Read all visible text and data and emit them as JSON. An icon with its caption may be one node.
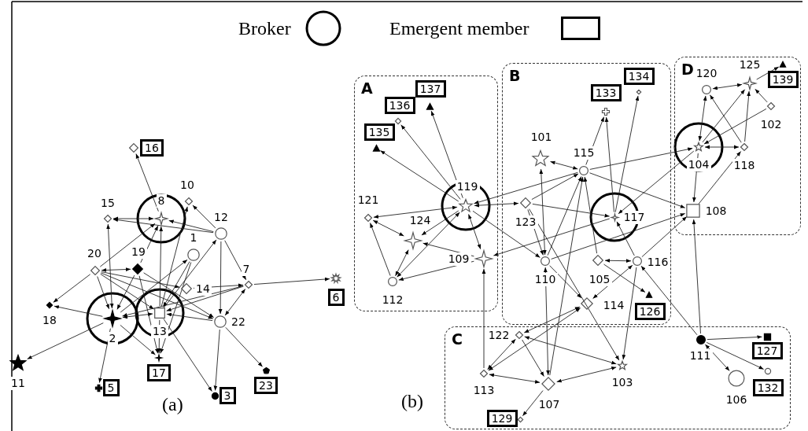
{
  "diagram": {
    "nodes": [
      {
        "text": [
          "16"
        ]
      },
      {
        "text": [
          "10"
        ]
      },
      {
        "text": [
          "8"
        ]
      },
      {
        "text": [
          "15"
        ]
      },
      {
        "text": [
          "12"
        ]
      },
      {
        "text": [
          "1"
        ]
      },
      {
        "text": [
          "20"
        ]
      },
      {
        "text": [
          "19"
        ]
      },
      {
        "text": [
          "7"
        ]
      },
      {
        "text": [
          "14"
        ]
      },
      {
        "text": [
          "6"
        ]
      },
      {
        "text": [
          "18"
        ]
      },
      {
        "text": [
          "2"
        ]
      },
      {
        "text": [
          "13"
        ]
      },
      {
        "text": [
          "22"
        ]
      },
      {
        "text": [
          "11"
        ]
      },
      {
        "text": [
          "17"
        ]
      },
      {
        "text": [
          "5"
        ]
      },
      {
        "text": [
          "3"
        ]
      },
      {
        "text": [
          "23"
        ]
      },
      {
        "text": [
          "A"
        ]
      },
      {
        "text": [
          "137"
        ],
        "in": 20
      },
      {
        "text": [
          "136"
        ],
        "in": 20
      },
      {
        "text": [
          "135"
        ],
        "in": 20
      },
      {
        "text": [
          "119"
        ],
        "in": 20
      },
      {
        "text": [
          "121"
        ],
        "in": 20
      },
      {
        "text": [
          "124"
        ],
        "in": 20
      },
      {
        "text": [
          "109"
        ],
        "in": 20
      },
      {
        "text": [
          "112"
        ],
        "in": 20
      },
      {
        "text": [
          "B"
        ]
      },
      {
        "text": [
          "134"
        ],
        "in": 29
      },
      {
        "text": [
          "133"
        ],
        "in": 29
      },
      {
        "text": [
          "101"
        ],
        "in": 29
      },
      {
        "text": [
          "115"
        ],
        "in": 29
      },
      {
        "text": [
          "123"
        ],
        "in": 29
      },
      {
        "text": [
          "117"
        ],
        "in": 29
      },
      {
        "text": [
          "110"
        ],
        "in": 29
      },
      {
        "text": [
          "105"
        ],
        "in": 29
      },
      {
        "text": [
          "116"
        ],
        "in": 29
      },
      {
        "text": [
          "114"
        ],
        "in": 29
      },
      {
        "text": [
          "126"
        ],
        "in": 29
      },
      {
        "text": [
          "D"
        ]
      },
      {
        "text": [
          "125"
        ],
        "in": 41
      },
      {
        "text": [
          "139"
        ],
        "in": 41
      },
      {
        "text": [
          "120"
        ],
        "in": 41
      },
      {
        "text": [
          "102"
        ],
        "in": 41
      },
      {
        "text": [
          "104"
        ],
        "in": 41
      },
      {
        "text": [
          "118"
        ],
        "in": 41
      },
      {
        "text": [
          "108"
        ],
        "in": 41
      },
      {
        "text": [
          "C"
        ]
      },
      {
        "text": [
          "122"
        ],
        "in": 49
      },
      {
        "text": [
          "111"
        ],
        "in": 49
      },
      {
        "text": [
          "127"
        ],
        "in": 49
      },
      {
        "text": [
          "113"
        ],
        "in": 49
      },
      {
        "text": [
          "107"
        ],
        "in": 49
      },
      {
        "text": [
          "103"
        ],
        "in": 49
      },
      {
        "text": [
          "132"
        ],
        "in": 49
      },
      {
        "text": [
          "106"
        ],
        "in": 49
      },
      {
        "text": [
          "129"
        ],
        "in": 49
      }
    ],
    "edges": [
      {
        "from": 2,
        "to": 0,
        "arrow": "to"
      },
      {
        "from": 4,
        "to": 1,
        "arrow": "to"
      },
      {
        "from": 4,
        "to": 3,
        "arrow": "to"
      },
      {
        "from": 4,
        "to": 2,
        "arrow": "to"
      },
      {
        "from": 3,
        "to": 2,
        "arrow": "both"
      },
      {
        "from": 3,
        "to": 12,
        "arrow": "both"
      },
      {
        "from": 6,
        "to": 13,
        "arrow": "to"
      },
      {
        "from": 6,
        "to": 14,
        "arrow": "to"
      },
      {
        "from": 6,
        "to": 2,
        "arrow": "to"
      },
      {
        "from": 6,
        "to": 7,
        "arrow": "both"
      },
      {
        "from": 6,
        "to": 11,
        "arrow": "to"
      },
      {
        "from": 6,
        "to": 12,
        "arrow": "to"
      },
      {
        "from": 6,
        "to": 9,
        "arrow": "to"
      },
      {
        "from": 7,
        "to": 2,
        "arrow": "to"
      },
      {
        "from": 7,
        "to": 16,
        "arrow": "to"
      },
      {
        "from": 7,
        "to": 12,
        "arrow": "to"
      },
      {
        "from": 13,
        "to": 2,
        "arrow": "to"
      },
      {
        "from": 13,
        "to": 1,
        "arrow": "to"
      },
      {
        "from": 12,
        "to": 15,
        "arrow": "to"
      },
      {
        "from": 12,
        "to": 17,
        "arrow": "to"
      },
      {
        "from": 12,
        "to": 16,
        "arrow": "to"
      },
      {
        "from": 12,
        "to": 11,
        "arrow": "to"
      },
      {
        "from": 12,
        "to": 13,
        "arrow": "both"
      },
      {
        "from": 13,
        "to": 4,
        "arrow": "to"
      },
      {
        "from": 13,
        "to": 16,
        "arrow": "to"
      },
      {
        "from": 13,
        "to": 18,
        "arrow": "to"
      },
      {
        "from": 14,
        "to": 13,
        "arrow": "to"
      },
      {
        "from": 14,
        "to": 18,
        "arrow": "to"
      },
      {
        "from": 14,
        "to": 19,
        "arrow": "to"
      },
      {
        "from": 14,
        "to": 8,
        "arrow": "both"
      },
      {
        "from": 8,
        "to": 10,
        "arrow": "to"
      },
      {
        "from": 8,
        "to": 12,
        "arrow": "to"
      },
      {
        "from": 8,
        "to": 13,
        "arrow": "to"
      },
      {
        "from": 4,
        "to": 14,
        "arrow": "to"
      },
      {
        "from": 4,
        "to": 8,
        "arrow": "to"
      },
      {
        "from": 9,
        "to": 8,
        "arrow": "to"
      },
      {
        "from": 5,
        "to": 13,
        "arrow": "to"
      },
      {
        "from": 5,
        "to": 16,
        "arrow": "to"
      },
      {
        "from": 12,
        "to": 5,
        "arrow": "to"
      },
      {
        "from": 7,
        "to": 14,
        "arrow": "to"
      },
      {
        "from": 24,
        "to": 21,
        "arrow": "to"
      },
      {
        "from": 24,
        "to": 22,
        "arrow": "to"
      },
      {
        "from": 24,
        "to": 23,
        "arrow": "to"
      },
      {
        "from": 24,
        "to": 25,
        "arrow": "both"
      },
      {
        "from": 25,
        "to": 26,
        "arrow": "both"
      },
      {
        "from": 28,
        "to": 25,
        "arrow": "to"
      },
      {
        "from": 28,
        "to": 26,
        "arrow": "both"
      },
      {
        "from": 24,
        "to": 28,
        "arrow": "both"
      },
      {
        "from": 27,
        "to": 26,
        "arrow": "to"
      },
      {
        "from": 27,
        "to": 28,
        "arrow": "to"
      },
      {
        "from": 24,
        "to": 27,
        "arrow": "both"
      },
      {
        "from": 24,
        "to": 26,
        "arrow": "to"
      },
      {
        "from": 34,
        "to": 24,
        "arrow": "both"
      },
      {
        "from": 33,
        "to": 24,
        "arrow": "to"
      },
      {
        "from": 24,
        "to": 36,
        "arrow": "to"
      },
      {
        "from": 35,
        "to": 27,
        "arrow": "to"
      },
      {
        "from": 32,
        "to": 33,
        "arrow": "both"
      },
      {
        "from": 32,
        "to": 36,
        "arrow": "both"
      },
      {
        "from": 34,
        "to": 33,
        "arrow": "to"
      },
      {
        "from": 36,
        "to": 33,
        "arrow": "to"
      },
      {
        "from": 33,
        "to": 31,
        "arrow": "to"
      },
      {
        "from": 35,
        "to": 31,
        "arrow": "to"
      },
      {
        "from": 35,
        "to": 30,
        "arrow": "to"
      },
      {
        "from": 33,
        "to": 48,
        "arrow": "to"
      },
      {
        "from": 33,
        "to": 46,
        "arrow": "to"
      },
      {
        "from": 34,
        "to": 35,
        "arrow": "to"
      },
      {
        "from": 34,
        "to": 36,
        "arrow": "to"
      },
      {
        "from": 36,
        "to": 48,
        "arrow": "to"
      },
      {
        "from": 46,
        "to": 35,
        "arrow": "to"
      },
      {
        "from": 38,
        "to": 35,
        "arrow": "to"
      },
      {
        "from": 37,
        "to": 38,
        "arrow": "both"
      },
      {
        "from": 38,
        "to": 39,
        "arrow": "both"
      },
      {
        "from": 37,
        "to": 33,
        "arrow": "to"
      },
      {
        "from": 36,
        "to": 39,
        "arrow": "to"
      },
      {
        "from": 37,
        "to": 40,
        "arrow": "to"
      },
      {
        "from": 38,
        "to": 48,
        "arrow": "to"
      },
      {
        "from": 53,
        "to": 27,
        "arrow": "to"
      },
      {
        "from": 54,
        "to": 36,
        "arrow": "both"
      },
      {
        "from": 54,
        "to": 33,
        "arrow": "to"
      },
      {
        "from": 38,
        "to": 55,
        "arrow": "to"
      },
      {
        "from": 50,
        "to": 39,
        "arrow": "both"
      },
      {
        "from": 34,
        "to": 55,
        "arrow": "to"
      },
      {
        "from": 50,
        "to": 53,
        "arrow": "both"
      },
      {
        "from": 50,
        "to": 54,
        "arrow": "to"
      },
      {
        "from": 50,
        "to": 55,
        "arrow": "both"
      },
      {
        "from": 53,
        "to": 54,
        "arrow": "both"
      },
      {
        "from": 54,
        "to": 55,
        "arrow": "both"
      },
      {
        "from": 54,
        "to": 58,
        "arrow": "to"
      },
      {
        "from": 51,
        "to": 52,
        "arrow": "to"
      },
      {
        "from": 51,
        "to": 56,
        "arrow": "to"
      },
      {
        "from": 51,
        "to": 57,
        "arrow": "both"
      },
      {
        "from": 51,
        "to": 48,
        "arrow": "to"
      },
      {
        "from": 51,
        "to": 38,
        "arrow": "to"
      },
      {
        "from": 53,
        "to": 39,
        "arrow": "both"
      },
      {
        "from": 44,
        "to": 42,
        "arrow": "both"
      },
      {
        "from": 44,
        "to": 46,
        "arrow": "both"
      },
      {
        "from": 47,
        "to": 44,
        "arrow": "to"
      },
      {
        "from": 47,
        "to": 46,
        "arrow": "both"
      },
      {
        "from": 46,
        "to": 42,
        "arrow": "to"
      },
      {
        "from": 45,
        "to": 46,
        "arrow": "to"
      },
      {
        "from": 45,
        "to": 42,
        "arrow": "to"
      },
      {
        "from": 47,
        "to": 42,
        "arrow": "to"
      },
      {
        "from": 42,
        "to": 43,
        "arrow": "to"
      },
      {
        "from": 46,
        "to": 48,
        "arrow": "to"
      },
      {
        "from": 48,
        "to": 47,
        "arrow": "to"
      }
    ],
    "labels": [
      "(a)",
      "(b)"
    ],
    "legend": [
      {
        "text": "Broker"
      },
      {
        "text": "Emergent member"
      }
    ]
  }
}
